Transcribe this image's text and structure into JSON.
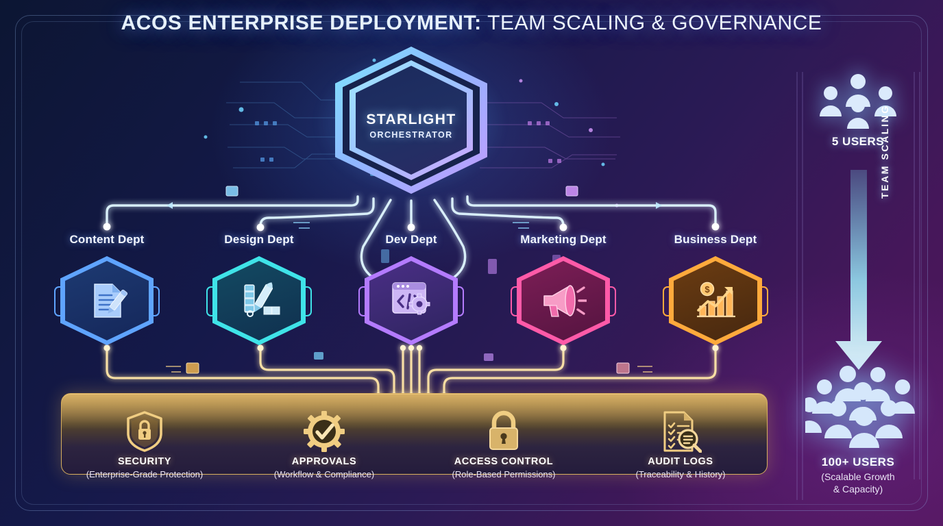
{
  "title": {
    "bold_part": "ACOS ENTERPRISE DEPLOYMENT:",
    "light_part": "TEAM SCALING & GOVERNANCE"
  },
  "orchestrator": {
    "name": "STARLIGHT",
    "subtitle": "ORCHESTRATOR",
    "icon": "hexagon-core-icon"
  },
  "departments": [
    {
      "label": "Content Dept",
      "icon": "document-pencil-icon",
      "color": "#3f7fe0",
      "color2": "#2b5bb5",
      "glow": "#4f93ff"
    },
    {
      "label": "Design Dept",
      "icon": "palette-brush-icon",
      "color": "#2fd2d8",
      "color2": "#1d8fa8",
      "glow": "#3fe3e8"
    },
    {
      "label": "Dev Dept",
      "icon": "code-window-gear-icon",
      "color": "#a06ae0",
      "color2": "#7244c4",
      "glow": "#b47bff"
    },
    {
      "label": "Marketing Dept",
      "icon": "megaphone-icon",
      "color": "#e8489a",
      "color2": "#b42a72",
      "glow": "#ff5aa8"
    },
    {
      "label": "Business Dept",
      "icon": "growth-chart-dollar-icon",
      "color": "#f0962e",
      "color2": "#c96a17",
      "glow": "#ffaa3c"
    }
  ],
  "governance": {
    "items": [
      {
        "name": "SECURITY",
        "sub": "(Enterprise-Grade Protection)",
        "icon": "shield-lock-icon"
      },
      {
        "name": "APPROVALS",
        "sub": "(Workflow & Compliance)",
        "icon": "gear-check-icon"
      },
      {
        "name": "ACCESS CONTROL",
        "sub": "(Role-Based Permissions)",
        "icon": "padlock-icon"
      },
      {
        "name": "AUDIT LOGS",
        "sub": "(Traceability & History)",
        "icon": "checklist-magnifier-icon"
      }
    ],
    "accent_color": "#e3b862"
  },
  "scaling": {
    "axis_label": "TEAM SCALING",
    "arrow_icon": "down-arrow-icon",
    "top": {
      "caption": "5 USERS",
      "sub": "",
      "icon": "small-user-group-icon"
    },
    "bottom": {
      "caption": "100+ USERS",
      "sub_line1": "(Scalable Growth",
      "sub_line2": "& Capacity)",
      "icon": "large-user-crowd-icon"
    }
  },
  "palette": {
    "bg_navy": "#0c1633",
    "bg_purple": "#52175c",
    "title_color": "#e6f1fd",
    "link_cyan": "#d8f4ff",
    "link_gold": "#ffd98a"
  }
}
